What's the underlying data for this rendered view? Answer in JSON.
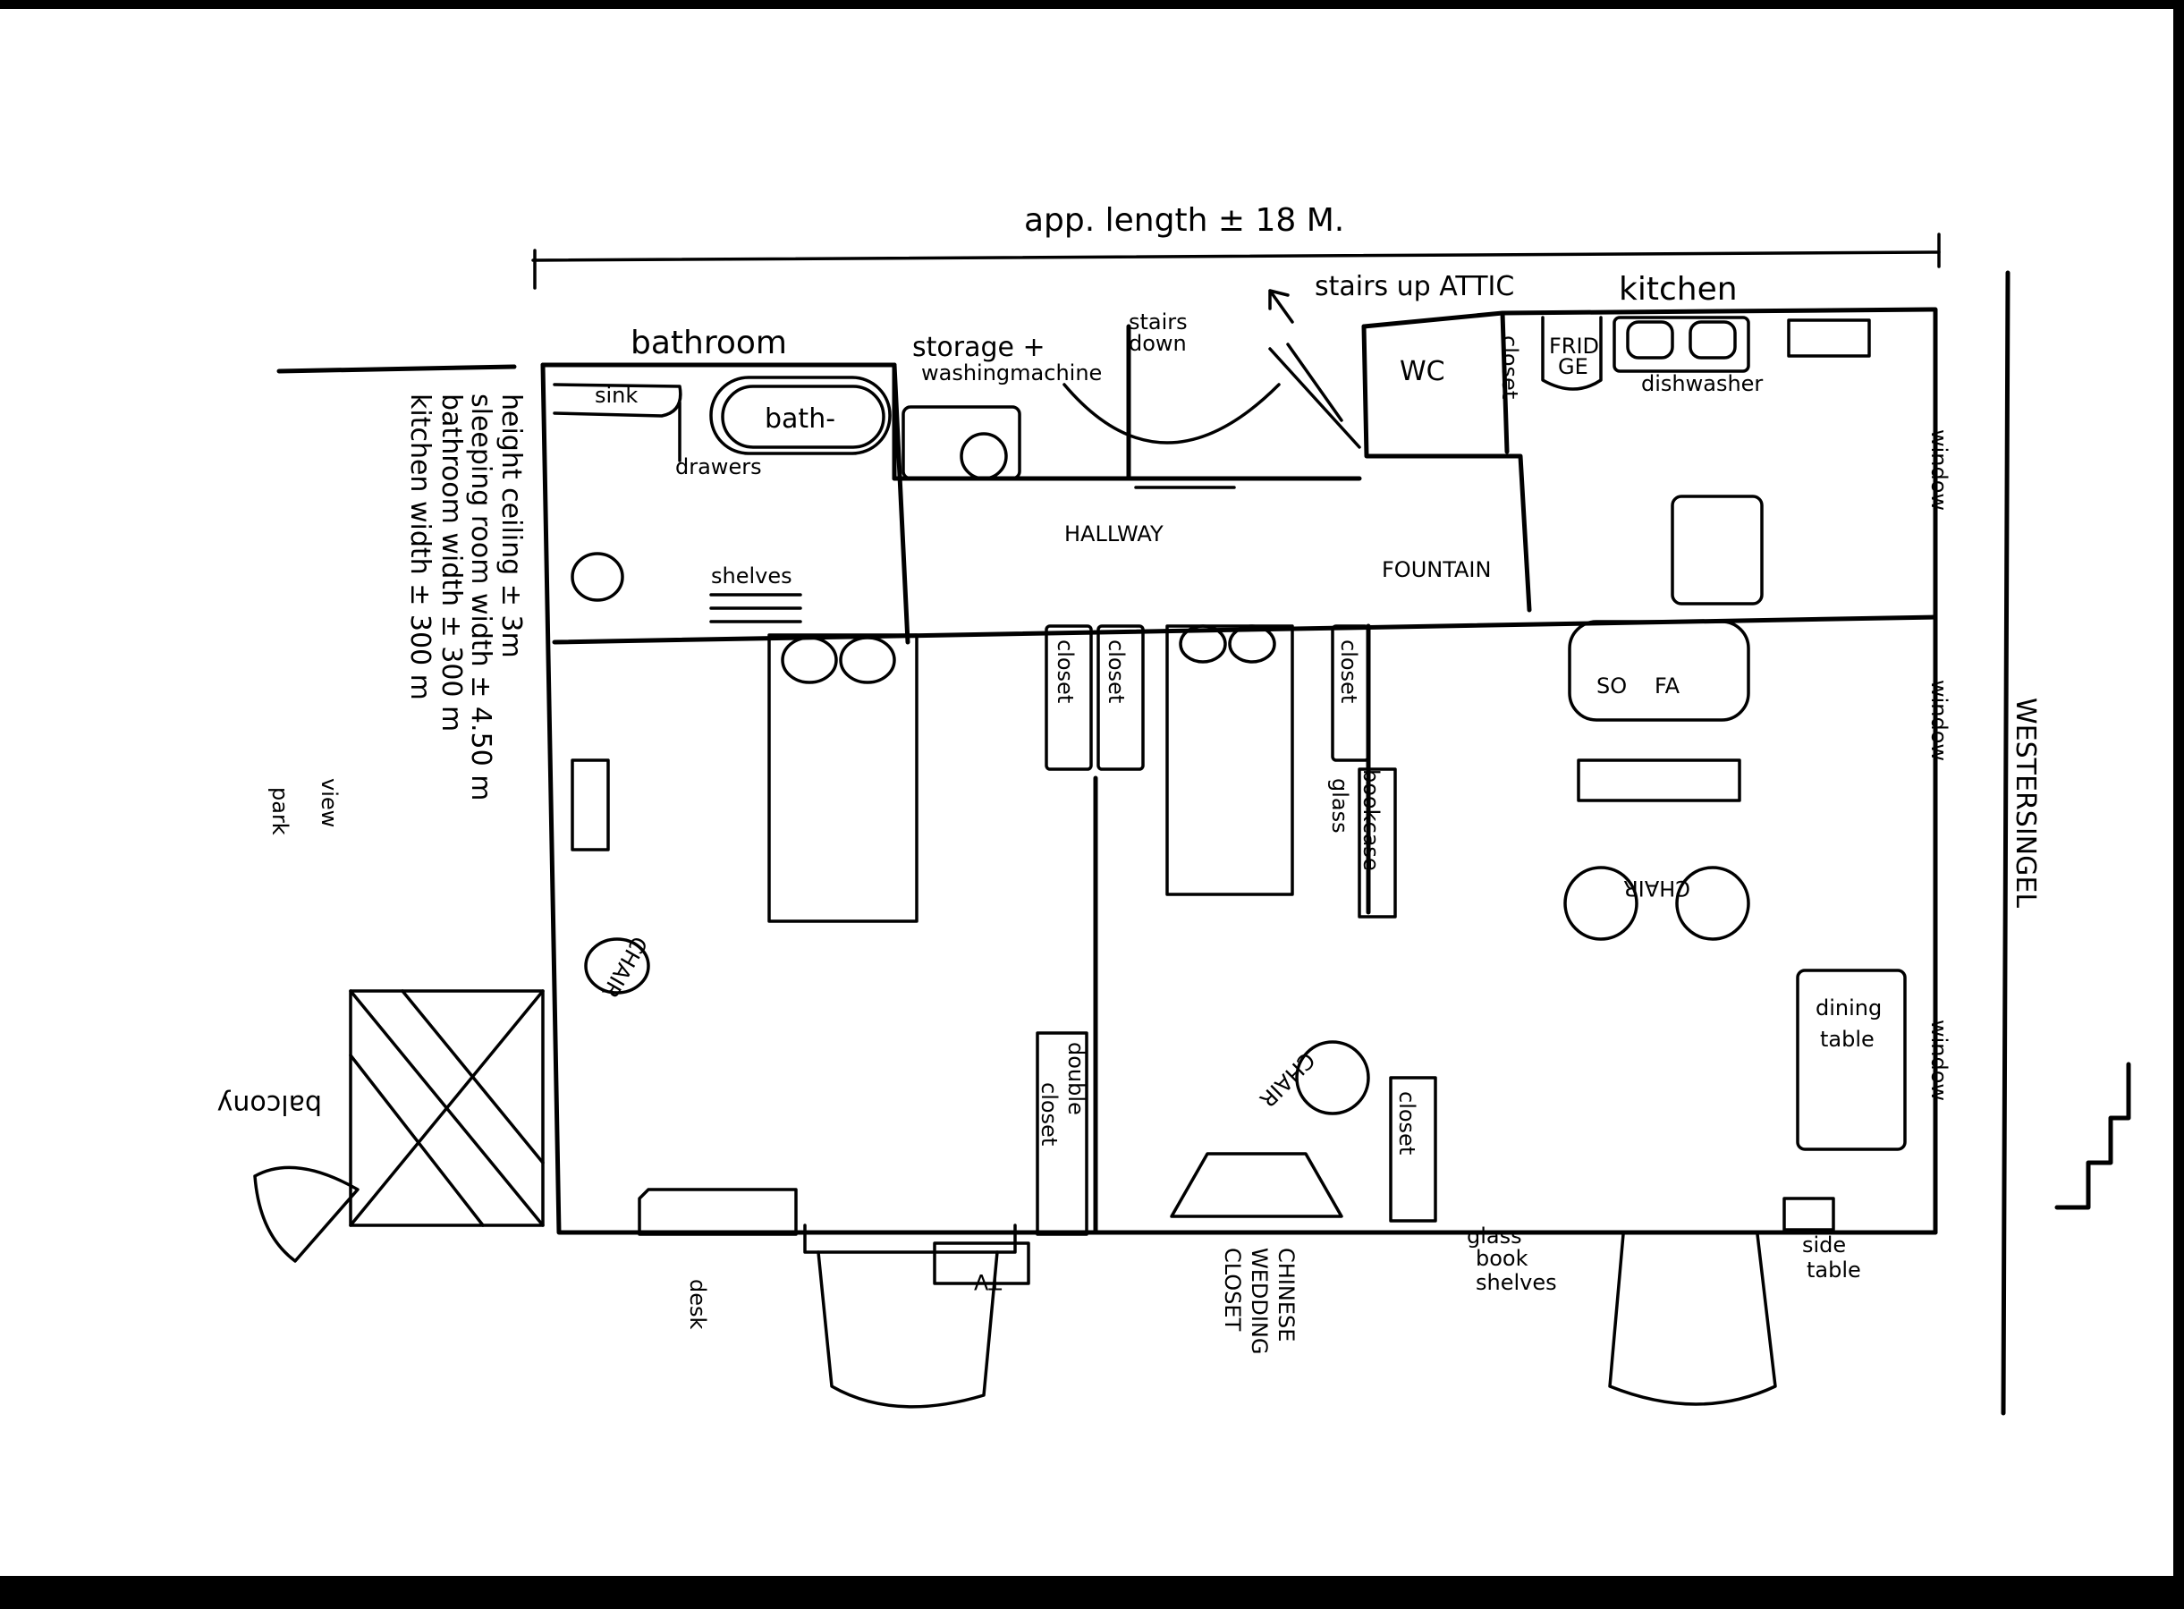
{
  "title": {
    "length": "app. length ± 18 M."
  },
  "rooms": {
    "bathroom": "bathroom",
    "storage": "storage +",
    "washing": "washingmachine",
    "stairs_down_1": "stairs",
    "stairs_down_2": "down",
    "stairs_up": "stairs up ATTIC",
    "kitchen": "kitchen",
    "hallway": "HALLWAY",
    "wc": "WC"
  },
  "fixtures": {
    "sink": "sink",
    "bath": "bath-",
    "drawers": "drawers",
    "shelves": "shelves",
    "closet_wc": "closet",
    "fridge_1": "FRID",
    "fridge_2": "GE",
    "dishwasher": "dishwasher",
    "fountain": "FOUNTAIN",
    "closet_a": "closet",
    "closet_b": "closet",
    "closet_c": "closet",
    "bookcase": "bookcase",
    "glass": "glass",
    "sofa_1": "SO",
    "sofa_2": "FA",
    "chair_1": "CHAIR",
    "chair_2": "CHAIR",
    "chair_3": "CHAIR",
    "dining_table_1": "dining",
    "dining_table_2": "table",
    "window_1": "window",
    "window_2": "window",
    "window_3": "window",
    "street": "WESTERSINGEL",
    "double_closet_1": "double",
    "double_closet_2": "closet",
    "closet_d": "closet",
    "chinese_1": "CHINESE",
    "chinese_2": "WEDDING",
    "chinese_3": "CLOSET",
    "glass_shelves_1": "glass",
    "glass_shelves_2": "book",
    "glass_shelves_3": "shelves",
    "side_table_1": "side",
    "side_table_2": "table",
    "desk": "desk",
    "tv": "TV",
    "balcony": "balcony",
    "view_1": "view",
    "view_2": "park"
  },
  "notes": [
    "height ceiling ± 3m",
    "sleeping room width ± 4.50 m",
    "bathroom width ± 300 m",
    "kitchen width ± 300 m"
  ]
}
